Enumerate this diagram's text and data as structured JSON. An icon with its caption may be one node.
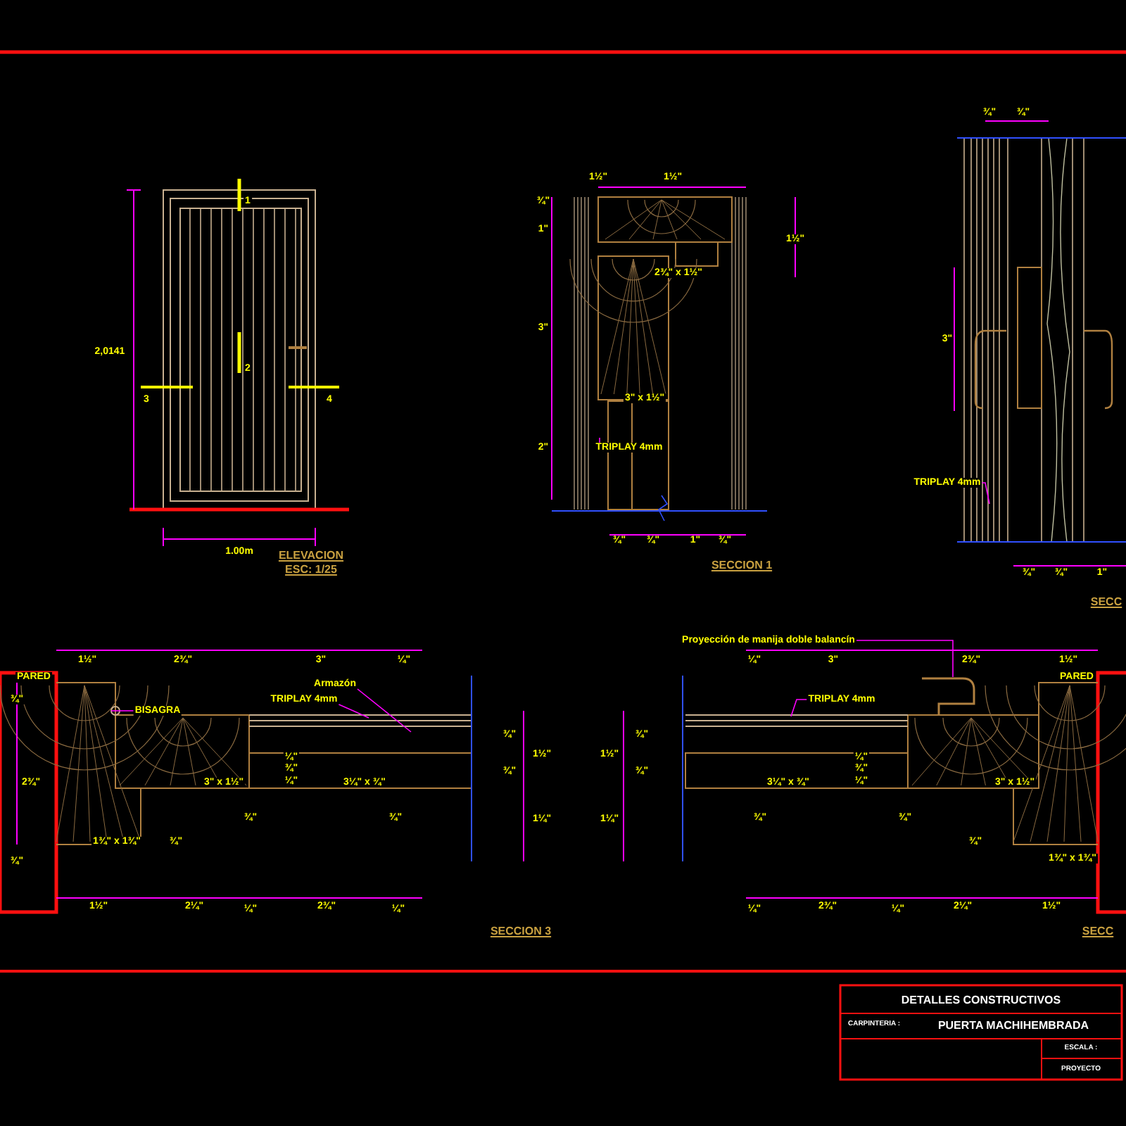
{
  "diagram": {
    "nodes": [
      {
        "text": [
          "TRIPLAY 4mm"
        ]
      },
      {
        "text": [
          "TRIPLAY 4mm"
        ]
      },
      {
        "text": [
          "BISAGRA"
        ]
      },
      {
        "text": [
          "Armazón"
        ]
      },
      {
        "text": [
          "TRIPLAY 4mm"
        ]
      },
      {
        "text": [
          "Proyección de manija doble balancín"
        ]
      },
      {
        "text": [
          "TRIPLAY 4mm"
        ]
      },
      {
        "text": [],
        "shape": "circle"
      },
      {
        "text": [],
        "shape": "picture"
      }
    ],
    "edges": [
      {
        "from": 0,
        "to": null,
        "arrow": "none"
      },
      {
        "from": 1,
        "to": null,
        "arrow": "none"
      },
      {
        "from": 2,
        "to": 7,
        "arrow": "none"
      },
      {
        "from": 3,
        "to": null,
        "arrow": "none"
      },
      {
        "from": 4,
        "to": null,
        "arrow": "none"
      },
      {
        "from": 5,
        "to": 8,
        "arrow": "none"
      },
      {
        "from": 6,
        "to": null,
        "arrow": "none"
      }
    ],
    "labels": [
      "1",
      "2",
      "3",
      "4",
      "2,0141",
      "1.00m",
      "ELEVACION",
      "ESC: 1/25",
      "1½\"",
      "1½\"",
      "¾\"",
      "1\"",
      "3\"",
      "2\"",
      "1½\"",
      "2¾\" x 1½\"",
      "3\" x 1½\"",
      "¾\"",
      "¾\"",
      "1\"",
      "¾\"",
      "SECCION 1",
      "¾\"",
      "¾\"",
      "3\"",
      "¾\"",
      "¾\"",
      "1\"",
      "SECC",
      "1½\"",
      "2¾\"",
      "3\"",
      "¼\"",
      "PARED",
      "¾\"",
      "2¾\"",
      "¾\"",
      "¼\"",
      "¾\"",
      "3\" x 1½\"",
      "¼\"",
      "3¼\" x ¾\"",
      "1¾\" x 1¾\"",
      "¾\"",
      "¾\"",
      "¾\"",
      "¾\"",
      "¾\"",
      "1½\"",
      "1¼\"",
      "1½\"",
      "2¼\"",
      "¼\"",
      "2¾\"",
      "¼\"",
      "SECCION 3",
      "¼\"",
      "3\"",
      "2¾\"",
      "1½\"",
      "PARED",
      "¾\"",
      "¾\"",
      "1½\"",
      "1¼\"",
      "¼\"",
      "¾\"",
      "3¼\" x ¾\"",
      "¼\"",
      "3\" x 1½\"",
      "¾\"",
      "¾\"",
      "¾\"",
      "1¾\" x 1¾\"",
      "¼\"",
      "2¾\"",
      "¼\"",
      "2¼\"",
      "1½\"",
      "SECC",
      "DETALLES CONSTRUCTIVOS",
      "CARPINTERIA :",
      "PUERTA MACHIHEMBRADA",
      "ESCALA :",
      "PROYECTO"
    ]
  }
}
